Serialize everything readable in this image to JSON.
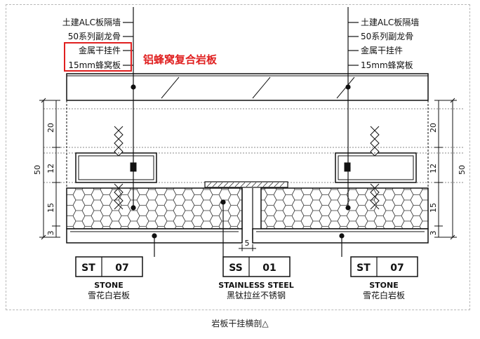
{
  "callouts_left": [
    "土建ALC板隔墙",
    "50系列副龙骨",
    "金属干挂件",
    "15mm蜂窝板"
  ],
  "callouts_right": [
    "土建ALC板隔墙",
    "50系列副龙骨",
    "金属干挂件",
    "15mm蜂窝板"
  ],
  "highlight_label": "铝蜂窝复合岩板",
  "dimensions": {
    "total": "50",
    "layer_a": "20",
    "layer_b": "12",
    "layer_c": "15",
    "layer_d": "3",
    "gap": "5"
  },
  "tags": [
    {
      "code": "ST",
      "num": "07",
      "material": "STONE",
      "cn": "雪花白岩板"
    },
    {
      "code": "SS",
      "num": "01",
      "material": "STAINLESS STEEL",
      "cn": "黑钛拉丝不锈钢"
    },
    {
      "code": "ST",
      "num": "07",
      "material": "STONE",
      "cn": "雪花白岩板"
    }
  ],
  "caption": "岩板干挂横剖△",
  "colors": {
    "highlight": "#e02020",
    "line": "#111111"
  }
}
